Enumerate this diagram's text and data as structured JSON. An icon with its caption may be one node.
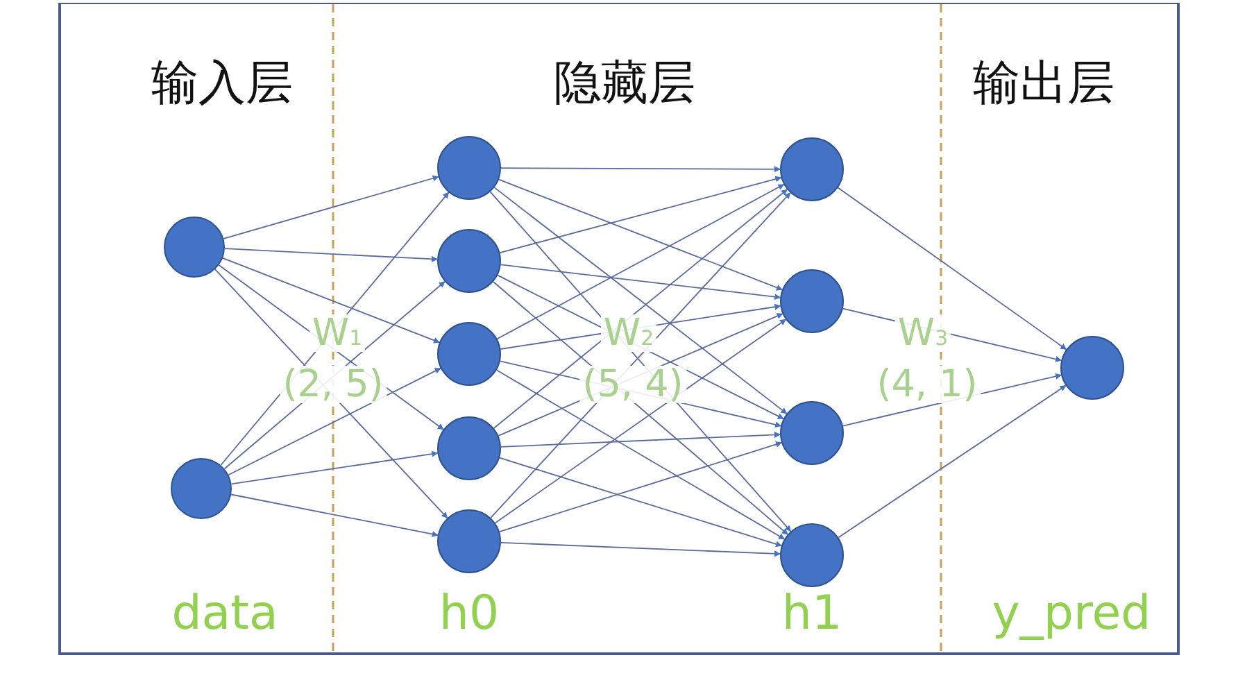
{
  "diagram": {
    "nodes": [
      {
        "text": [],
        "shape": "circle"
      },
      {
        "text": [],
        "shape": "circle"
      },
      {
        "text": [],
        "shape": "circle"
      },
      {
        "text": [],
        "shape": "circle"
      },
      {
        "text": [],
        "shape": "circle"
      },
      {
        "text": [],
        "shape": "circle"
      },
      {
        "text": [],
        "shape": "circle"
      },
      {
        "text": [],
        "shape": "circle"
      },
      {
        "text": [],
        "shape": "circle"
      },
      {
        "text": [],
        "shape": "circle"
      },
      {
        "text": [],
        "shape": "circle"
      },
      {
        "text": [],
        "shape": "circle"
      }
    ],
    "edges": [
      {
        "from": 0,
        "to": 2,
        "arrow": "to"
      },
      {
        "from": 0,
        "to": 3,
        "arrow": "to"
      },
      {
        "from": 0,
        "to": 4,
        "arrow": "to"
      },
      {
        "from": 0,
        "to": 5,
        "arrow": "to"
      },
      {
        "from": 0,
        "to": 6,
        "arrow": "to"
      },
      {
        "from": 1,
        "to": 2,
        "arrow": "to"
      },
      {
        "from": 1,
        "to": 3,
        "arrow": "to"
      },
      {
        "from": 1,
        "to": 4,
        "arrow": "to"
      },
      {
        "from": 1,
        "to": 5,
        "arrow": "to"
      },
      {
        "from": 1,
        "to": 6,
        "arrow": "to"
      },
      {
        "from": 2,
        "to": 7,
        "arrow": "to"
      },
      {
        "from": 2,
        "to": 8,
        "arrow": "to"
      },
      {
        "from": 2,
        "to": 9,
        "arrow": "to"
      },
      {
        "from": 2,
        "to": 10,
        "arrow": "to"
      },
      {
        "from": 3,
        "to": 7,
        "arrow": "to"
      },
      {
        "from": 3,
        "to": 8,
        "arrow": "to"
      },
      {
        "from": 3,
        "to": 9,
        "arrow": "to"
      },
      {
        "from": 3,
        "to": 10,
        "arrow": "to"
      },
      {
        "from": 4,
        "to": 7,
        "arrow": "to"
      },
      {
        "from": 4,
        "to": 8,
        "arrow": "to"
      },
      {
        "from": 4,
        "to": 9,
        "arrow": "to"
      },
      {
        "from": 4,
        "to": 10,
        "arrow": "to"
      },
      {
        "from": 5,
        "to": 7,
        "arrow": "to"
      },
      {
        "from": 5,
        "to": 8,
        "arrow": "to"
      },
      {
        "from": 5,
        "to": 9,
        "arrow": "to"
      },
      {
        "from": 5,
        "to": 10,
        "arrow": "to"
      },
      {
        "from": 6,
        "to": 7,
        "arrow": "to"
      },
      {
        "from": 6,
        "to": 8,
        "arrow": "to"
      },
      {
        "from": 6,
        "to": 9,
        "arrow": "to"
      },
      {
        "from": 6,
        "to": 10,
        "arrow": "to"
      },
      {
        "from": 7,
        "to": 11,
        "arrow": "to"
      },
      {
        "from": 8,
        "to": 11,
        "arrow": "to"
      },
      {
        "from": 9,
        "to": 11,
        "arrow": "to"
      },
      {
        "from": 10,
        "to": 11,
        "arrow": "to"
      }
    ],
    "labels": [
      "输入层",
      "隐藏层",
      "输出层",
      "W$_{1}$",
      "(2, 5)",
      "W$_{2}$",
      "(5, 4)",
      "W$_{3}$",
      "(4, 1)",
      "data",
      "h0",
      "h1",
      "y_pred"
    ]
  }
}
